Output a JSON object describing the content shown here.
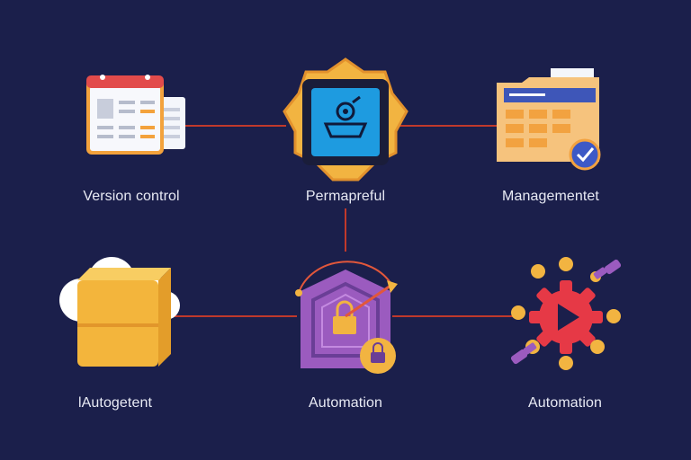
{
  "diagram": {
    "background": "#1b1f4b",
    "connector_color": "#c0392b",
    "nodes": [
      {
        "id": "version-control",
        "label": "Version control",
        "icon": "calendar-document-icon"
      },
      {
        "id": "permapreful",
        "label": "Permapreful",
        "icon": "gear-badge-app-icon"
      },
      {
        "id": "management",
        "label": "Managementet",
        "icon": "folder-checkmark-icon"
      },
      {
        "id": "autogetent",
        "label": "lAutogetent",
        "icon": "cloud-box-icon"
      },
      {
        "id": "automation-lock",
        "label": "Automation",
        "icon": "shield-lock-icon"
      },
      {
        "id": "automation-gear",
        "label": "Automation",
        "icon": "gear-play-plugs-icon"
      }
    ]
  }
}
